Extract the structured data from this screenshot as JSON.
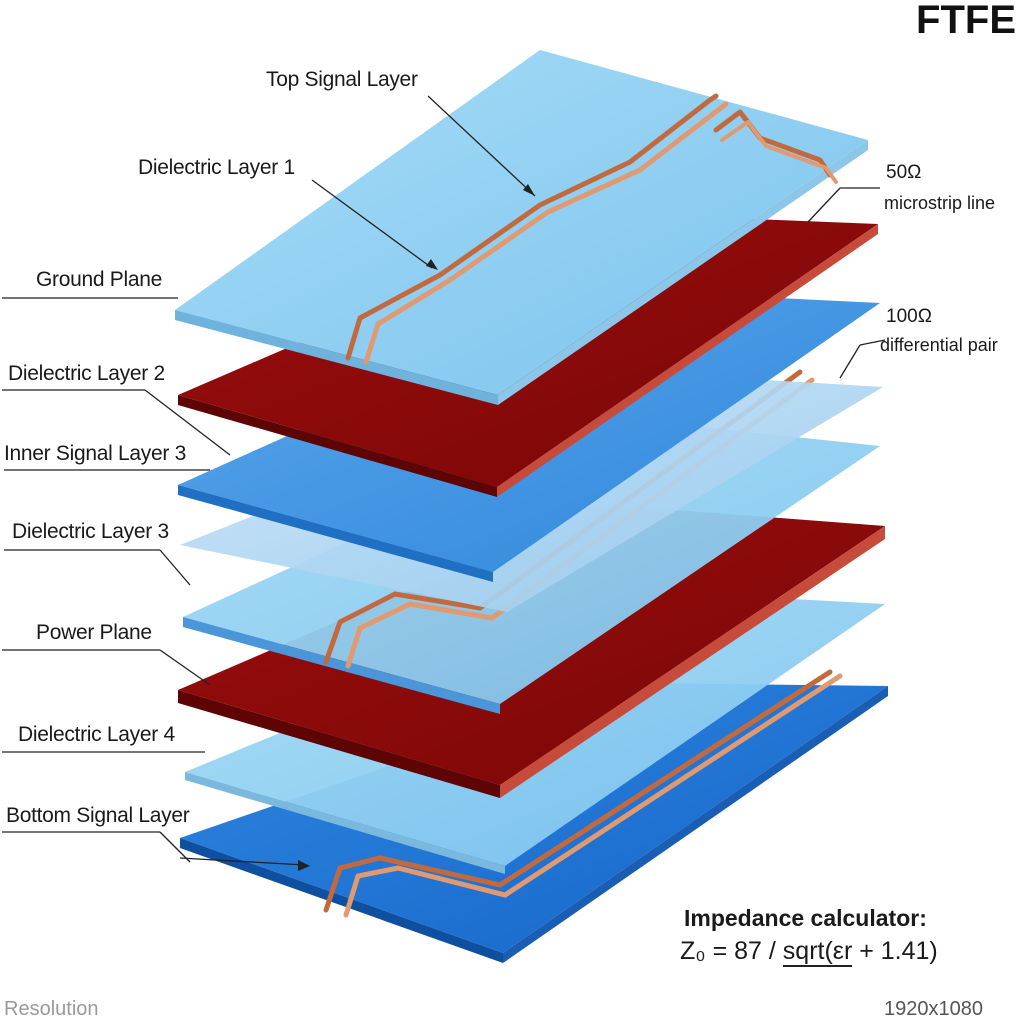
{
  "brand": "FTFE",
  "layers": [
    {
      "name": "Top Signal Layer",
      "kind": "signal"
    },
    {
      "name": "Dielectric Layer 1",
      "kind": "dielectric"
    },
    {
      "name": "Ground Plane",
      "kind": "plane"
    },
    {
      "name": "Dielectric Layer 2",
      "kind": "dielectric"
    },
    {
      "name": "Inner Signal Layer 3",
      "kind": "signal"
    },
    {
      "name": "Dielectric Layer 3",
      "kind": "dielectric"
    },
    {
      "name": "Power Plane",
      "kind": "plane"
    },
    {
      "name": "Dielectric Layer 4",
      "kind": "dielectric"
    },
    {
      "name": "Bottom Signal Layer",
      "kind": "signal"
    }
  ],
  "annotations": {
    "microstrip": {
      "value": "50Ω",
      "desc": "microstrip line"
    },
    "diff_pair": {
      "value": "100Ω",
      "desc": "differential pair"
    }
  },
  "calculator": {
    "title": "Impedance calculator:",
    "formula_prefix": "Z₀ = 87 / ",
    "formula_term": "sqrt(εr",
    "formula_suffix": " + 1.41)"
  },
  "footer": {
    "left": "Resolution",
    "right": "1920x1080"
  },
  "colors": {
    "light_dielectric": "#8fd0f0",
    "mid_dielectric": "#3a8fe0",
    "plane_copper": "#8b0a0a",
    "trace_copper": "#d4784a"
  }
}
